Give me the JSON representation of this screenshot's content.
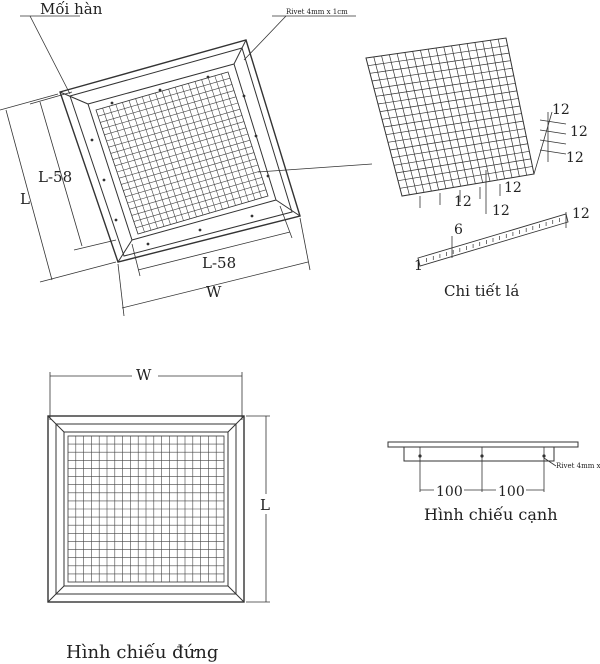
{
  "labels": {
    "weld": "Mối hàn",
    "rivet_top": "Rivet 4mm x 1cm",
    "l58_left": "L-58",
    "l_left": "L",
    "l58_bottom": "L-58",
    "w_bottom": "W",
    "blade_detail": "Chi tiết lá",
    "w_front": "W",
    "l_front": "L",
    "front_view": "Hình chiếu đứng",
    "side_view": "Hình chiếu cạnh",
    "rivet_side": "Rivet 4mm x",
    "dim_100_a": "100",
    "dim_100_b": "100",
    "d12_a": "12",
    "d12_b": "12",
    "d12_c": "12",
    "d12_d": "12",
    "d12_e": "12",
    "d12_f": "12",
    "d12_g": "12",
    "d6": "6",
    "d1": "1"
  },
  "colors": {
    "line": "#333333",
    "text": "#222222",
    "background": "#ffffff"
  }
}
